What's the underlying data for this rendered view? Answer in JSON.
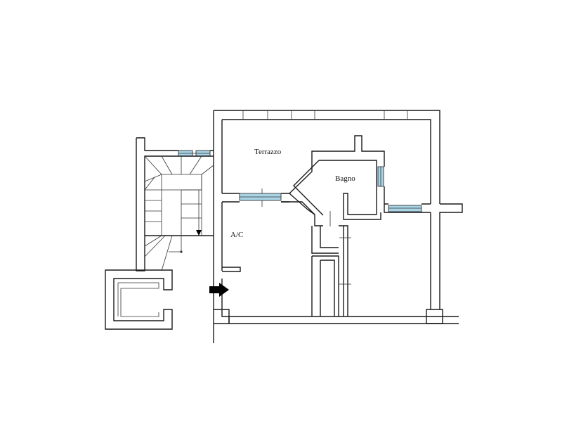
{
  "rooms": {
    "terrazzo": "Terrazzo",
    "bagno": "Bagno",
    "ac": "A/C"
  },
  "colors": {
    "wall": "#1a1a1a",
    "window": "#a8d4e6",
    "arrow": "#000000",
    "background": "#ffffff"
  },
  "icons": {
    "entrance": "entrance-arrow-icon",
    "stair_direction": "stair-direction-arrow-icon"
  }
}
